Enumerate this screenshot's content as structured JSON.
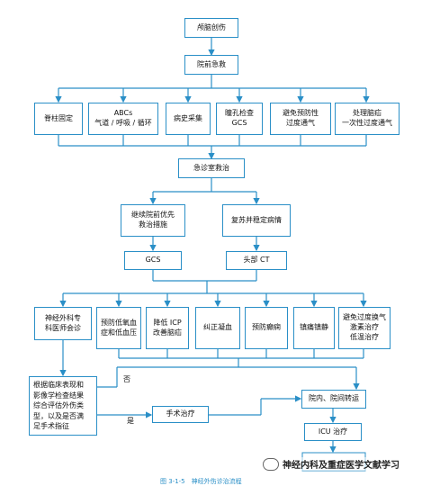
{
  "colors": {
    "line": "#2a8fc7",
    "text": "#111111"
  },
  "nodes": {
    "root": "颅脑创伤",
    "prehospital": "院前急救",
    "pre_items": [
      "脊柱固定",
      "ABCs\n气道 / 呼吸 / 循环",
      "病史采集",
      "瞳孔检查\nGCS",
      "避免预防性\n过度通气",
      "处理脑疝\n一次性过度通气"
    ],
    "er": "急诊室救治",
    "er_left": "继续院前优先\n救治措施",
    "er_right": "复苏并稳定病情",
    "gcs": "GCS",
    "ct": "头部 CT",
    "treat_items": [
      "神经外科专\n科医师会诊",
      "预防低氧血\n症和低血压",
      "降低 ICP\n改善脑疝",
      "纠正凝血",
      "预防癫痫",
      "镇痛镇静",
      "避免过度换气\n激素治疗\n低温治疗"
    ],
    "assess": "根据临床表现和\n影像学检查结果\n综合评估外伤类\n型，以及是否满\n足手术指征",
    "surgery": "手术治疗",
    "transfer": "院内、院间转运",
    "icu": "ICU 治疗"
  },
  "labels": {
    "no": "否",
    "yes": "是"
  },
  "caption": "图 3-1-5　神经外伤诊治流程",
  "watermark": "神经内科及重症医学文献学习",
  "watermark_icon": "wechat-icon"
}
